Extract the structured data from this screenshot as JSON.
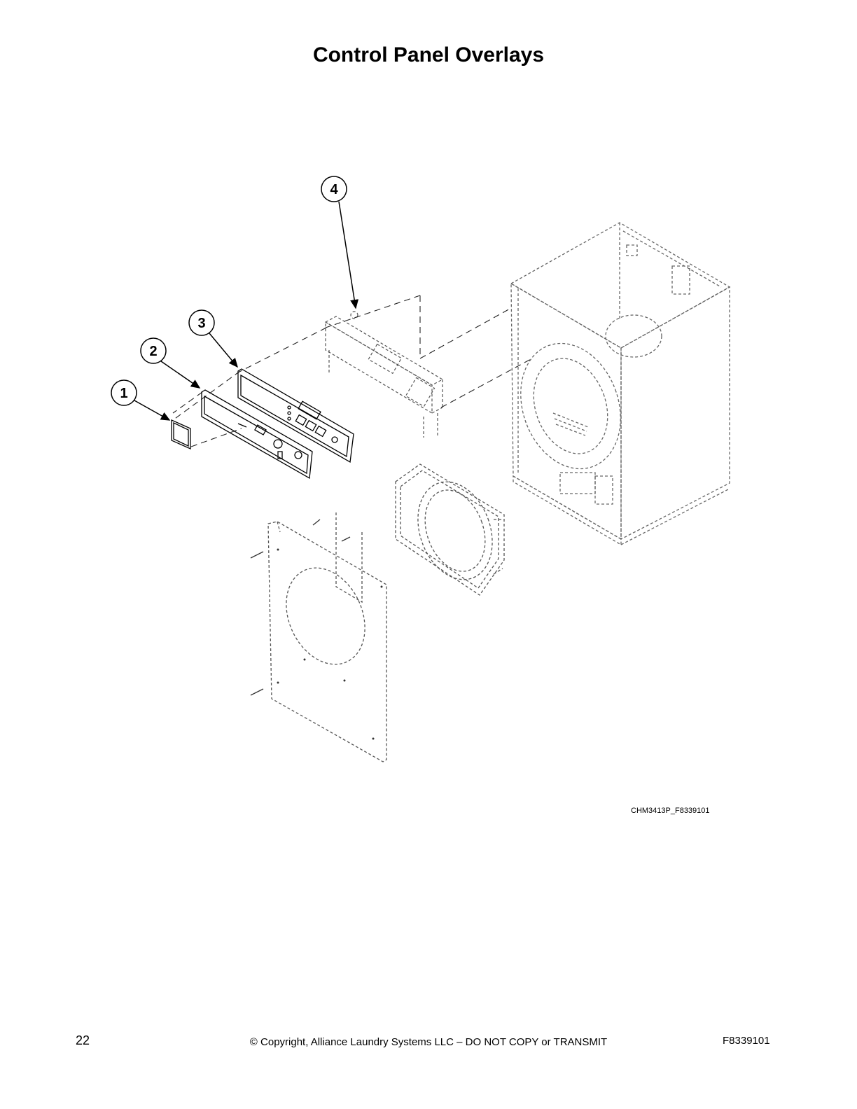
{
  "page": {
    "title": "Control Panel Overlays",
    "drawing_id": "CHM3413P_F8339101",
    "page_number": "22",
    "copyright": "© Copyright, Alliance Laundry Systems LLC – DO NOT COPY or TRANSMIT",
    "document_number": "F8339101"
  },
  "callouts": [
    "1",
    "2",
    "3",
    "4"
  ]
}
